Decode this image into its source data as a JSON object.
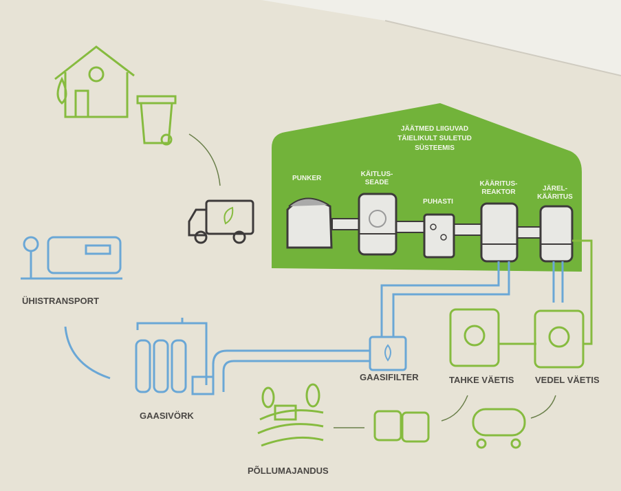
{
  "panel": {
    "title_lines": [
      "JÄÄTMED LIIGUVAD",
      "TÄIELIKULT SULETUD",
      "SÜSTEEMIS"
    ],
    "stages": {
      "punker": "PUNKER",
      "kaitlus_1": "KÄITLUS-",
      "kaitlus_2": "SEADE",
      "puhasti": "PUHASTI",
      "reaktor_1": "KÄÄRITUS-",
      "reaktor_2": "REAKTOR",
      "jarel_1": "JÄREL-",
      "jarel_2": "KÄÄRITUS"
    }
  },
  "labels": {
    "transport": "ÜHISTRANSPORT",
    "gaasivork": "GAASIVÖRK",
    "gaasifilter": "GAASIFILTER",
    "tahke": "TAHKE VÄETIS",
    "vedel": "VEDEL VÄETIS",
    "pollumajandus": "PÕLLUMAJANDUS"
  },
  "colors": {
    "green": "#72b33a",
    "blue": "#6aa7d6",
    "line_green": "#86bb3f",
    "dark": "#3d3a3a"
  }
}
